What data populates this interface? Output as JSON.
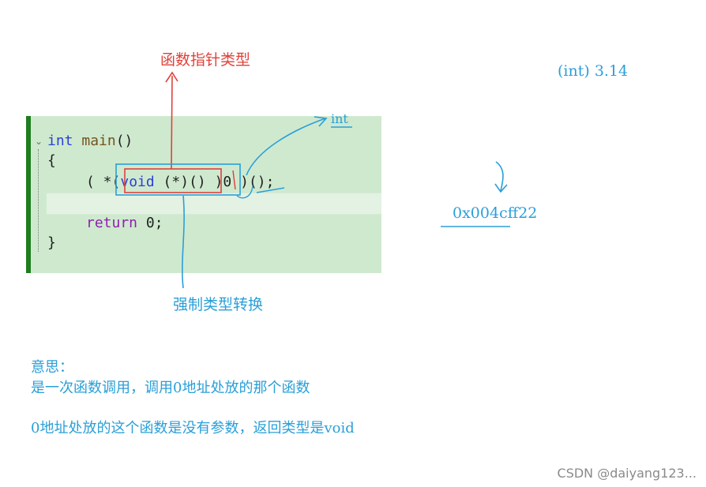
{
  "annotations": {
    "function_pointer_type": "函数指针类型",
    "int_label": "int",
    "cast_label": "强制类型转换",
    "int_cast_example": "(int) 3.14",
    "address": "0x004cff22"
  },
  "code": {
    "line1_kw": "int",
    "line1_fn": "main",
    "line1_paren": "()",
    "line2": "{",
    "line3_a": "( *(",
    "line3_void": "void",
    "line3_b": " (*)() )",
    "line3_zero": "0",
    "line3_c": " )();",
    "line5_kw": "return",
    "line5_rest": " 0;",
    "line6": "}"
  },
  "notes": {
    "heading": "意思：",
    "line1": "是一次函数调用，调用0地址处放的那个函数",
    "line2": "0地址处放的这个函数是没有参数，返回类型是void"
  },
  "footer": "CSDN @daiyang123..."
}
